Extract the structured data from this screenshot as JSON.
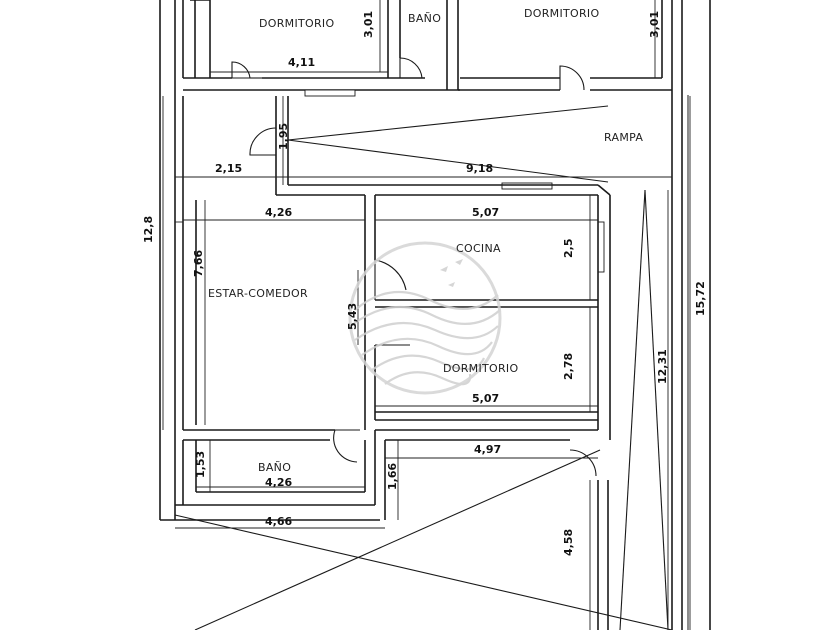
{
  "rooms": {
    "dormitorio_top_left": "DORMITORIO",
    "bano_top": "BAÑO",
    "dormitorio_top_right": "DORMITORIO",
    "rampa": "RAMPA",
    "cocina": "COCINA",
    "estar_comedor": "ESTAR-COMEDOR",
    "dormitorio_mid": "DORMITORIO",
    "bano_bottom": "BAÑO"
  },
  "dimensions": {
    "d_3_01_left": "3,01",
    "d_4_11": "4,11",
    "d_3_01_right": "3,01",
    "d_1_95": "1,95",
    "d_2_15": "2,15",
    "d_9_18": "9,18",
    "d_12_8": "12,8",
    "d_4_26_top": "4,26",
    "d_5_07_top": "5,07",
    "d_2_5": "2,5",
    "d_7_66": "7,66",
    "d_5_43": "5,43",
    "d_15_72": "15,72",
    "d_12_31": "12,31",
    "d_2_78": "2,78",
    "d_5_07_bottom": "5,07",
    "d_4_97": "4,97",
    "d_1_53": "1,53",
    "d_4_26_bottom": "4,26",
    "d_1_66": "1,66",
    "d_4_66": "4,66",
    "d_4_58": "4,58"
  }
}
